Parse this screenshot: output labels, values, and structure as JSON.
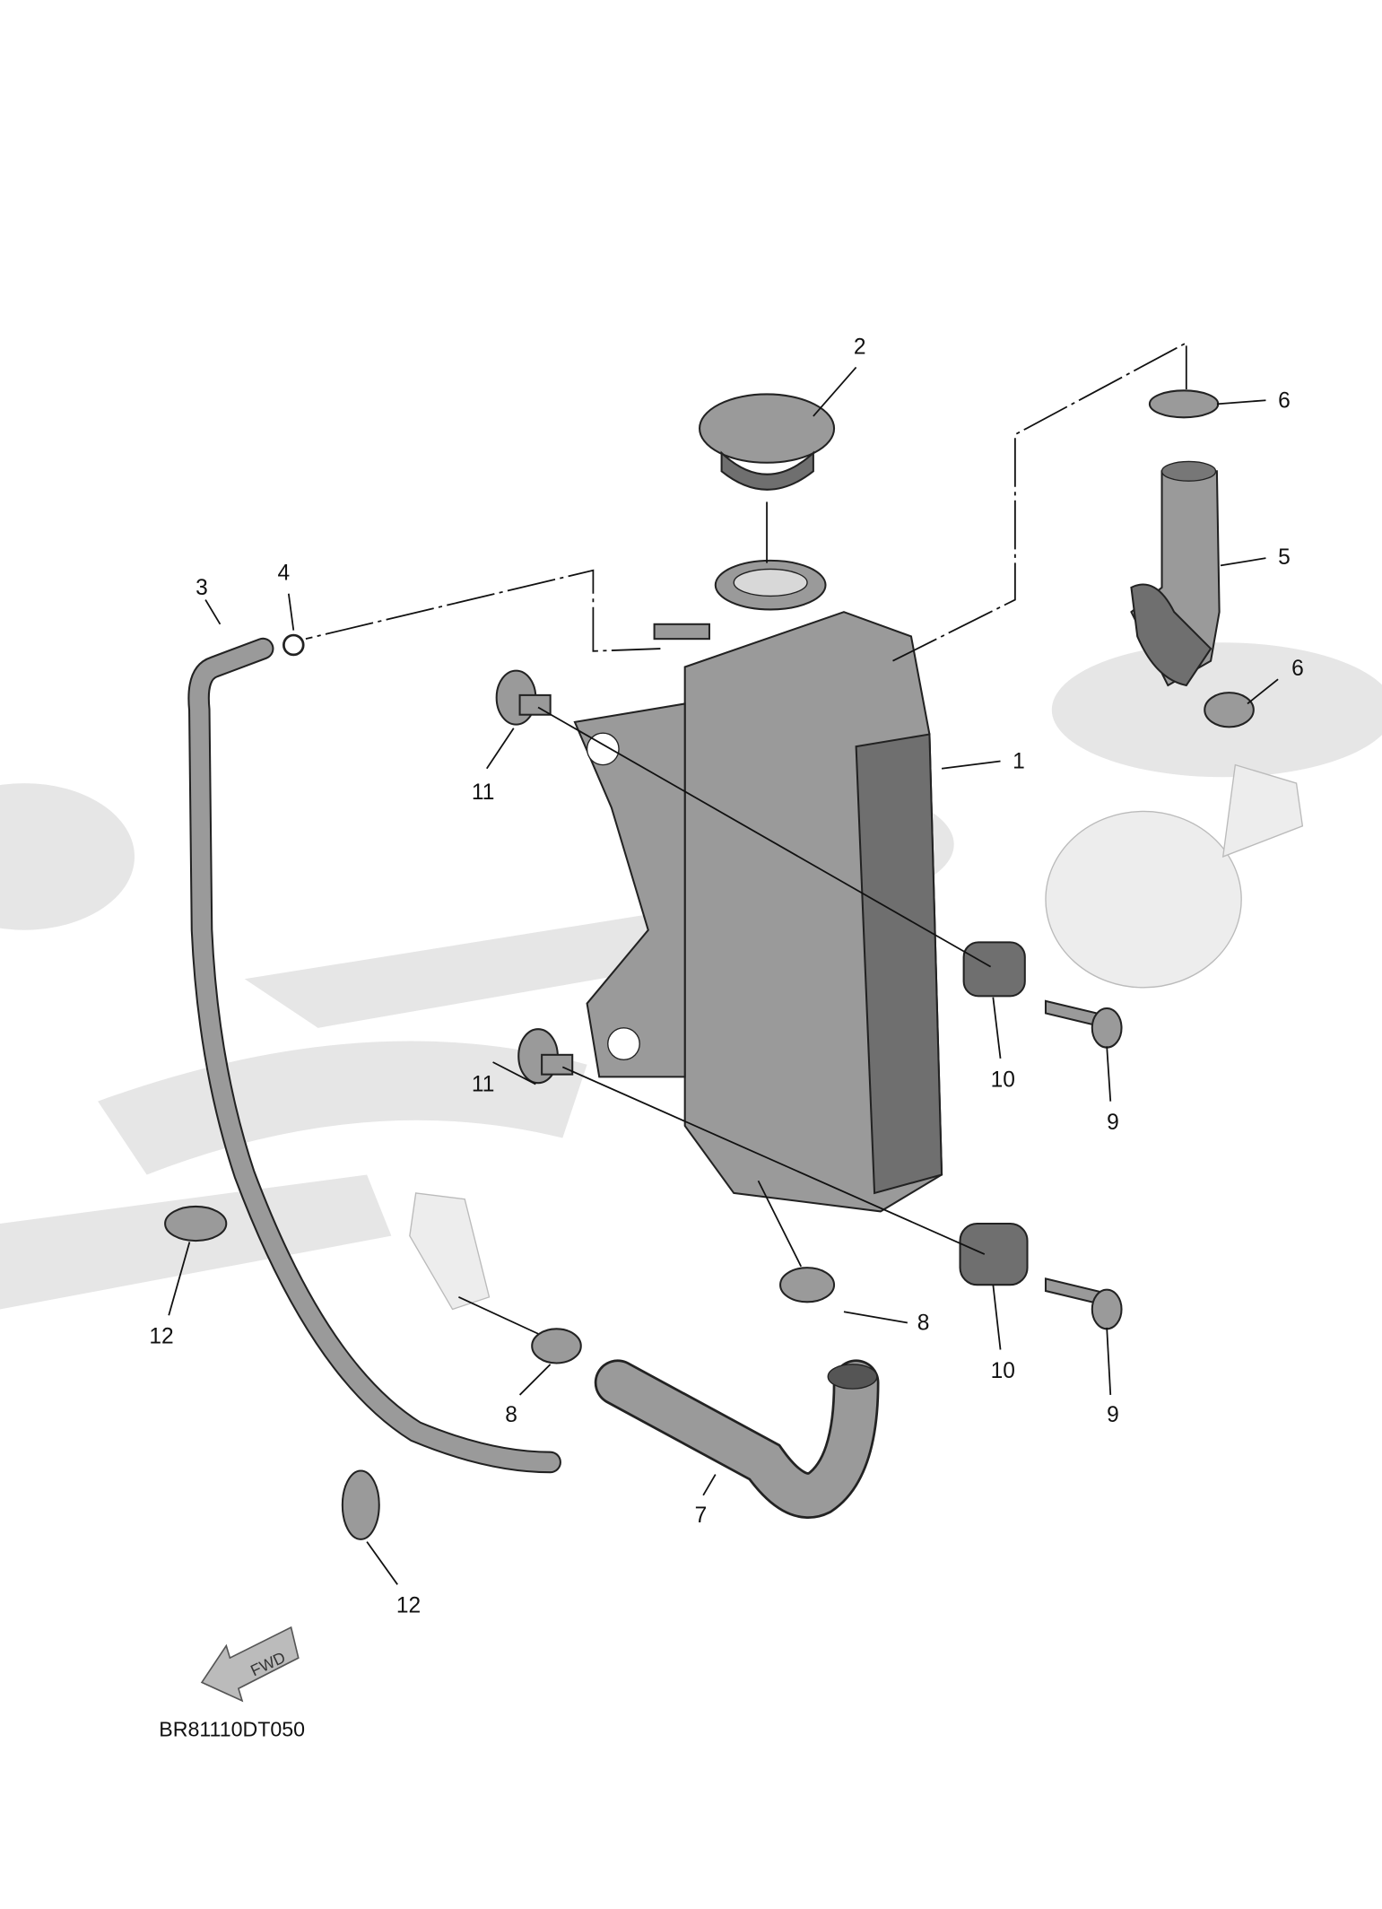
{
  "diagram": {
    "part_labels": {
      "p1": "1",
      "p2": "2",
      "p3": "3",
      "p4": "4",
      "p5": "5",
      "p6a": "6",
      "p6b": "6",
      "p7": "7",
      "p8a": "8",
      "p8b": "8",
      "p9a": "9",
      "p9b": "9",
      "p10a": "10",
      "p10b": "10",
      "p11a": "11",
      "p11b": "11",
      "p12a": "12",
      "p12b": "12"
    },
    "fwd_label": "FWD",
    "diagram_code": "BR81110DT050"
  }
}
